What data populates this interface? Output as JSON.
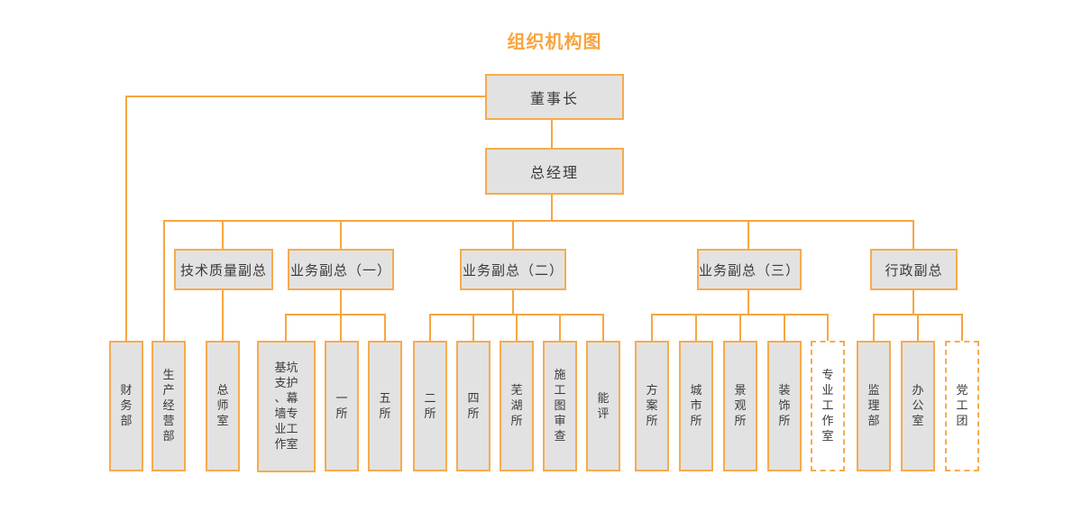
{
  "title": "组织机构图",
  "colors": {
    "accent": "#f7a640",
    "box_border": "#f6ab4e",
    "box_fill": "#e2e2e2",
    "text": "#3a3a3a",
    "background": "#ffffff"
  },
  "org": {
    "chairman": {
      "label": "董事长"
    },
    "general_manager": {
      "label": "总经理",
      "parent": "董事长"
    },
    "deputies": [
      {
        "label": "技术质量副总",
        "parent": "总经理"
      },
      {
        "label": "业务副总（一）",
        "parent": "总经理"
      },
      {
        "label": "业务副总（二）",
        "parent": "总经理"
      },
      {
        "label": "业务副总（三）",
        "parent": "总经理"
      },
      {
        "label": "行政副总",
        "parent": "总经理"
      }
    ],
    "departments": [
      {
        "label": "财务部",
        "parent": "董事长",
        "border": "solid"
      },
      {
        "label": "生产经营部",
        "parent": "总经理",
        "border": "solid"
      },
      {
        "label": "总师室",
        "parent": "技术质量副总",
        "border": "solid"
      },
      {
        "label": "基坑支护、幕墙专业工作室",
        "parent": "业务副总（一）",
        "border": "solid"
      },
      {
        "label": "一所",
        "parent": "业务副总（一）",
        "border": "solid"
      },
      {
        "label": "五所",
        "parent": "业务副总（一）",
        "border": "solid"
      },
      {
        "label": "二所",
        "parent": "业务副总（二）",
        "border": "solid"
      },
      {
        "label": "四所",
        "parent": "业务副总（二）",
        "border": "solid"
      },
      {
        "label": "芜湖所",
        "parent": "业务副总（二）",
        "border": "solid"
      },
      {
        "label": "施工图审查",
        "parent": "业务副总（二）",
        "border": "solid"
      },
      {
        "label": "能评",
        "parent": "业务副总（二）",
        "border": "solid"
      },
      {
        "label": "方案所",
        "parent": "业务副总（三）",
        "border": "solid"
      },
      {
        "label": "城市所",
        "parent": "业务副总（三）",
        "border": "solid"
      },
      {
        "label": "景观所",
        "parent": "业务副总（三）",
        "border": "solid"
      },
      {
        "label": "装饰所",
        "parent": "业务副总（三）",
        "border": "solid"
      },
      {
        "label": "专业工作室",
        "parent": "业务副总（三）",
        "border": "dashed"
      },
      {
        "label": "监理部",
        "parent": "行政副总",
        "border": "solid"
      },
      {
        "label": "办公室",
        "parent": "行政副总",
        "border": "solid"
      },
      {
        "label": "党工团",
        "parent": "行政副总",
        "border": "dashed"
      }
    ]
  }
}
